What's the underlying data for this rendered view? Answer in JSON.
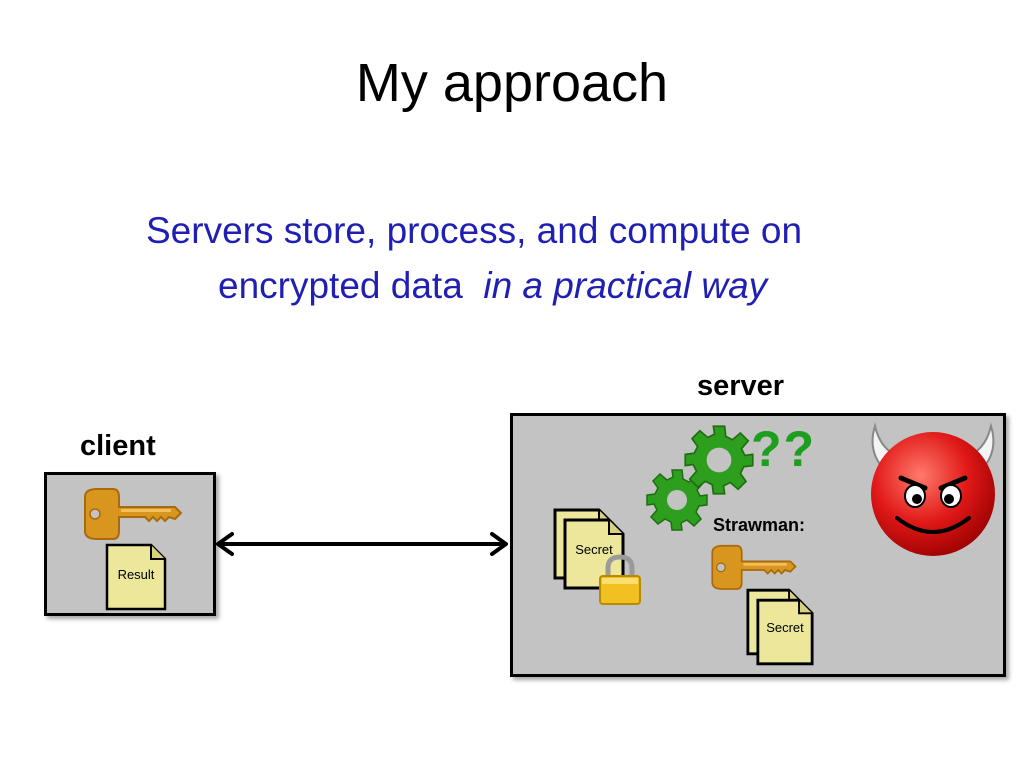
{
  "slide": {
    "title": "My approach",
    "bullet_line1": "Servers store, process, and compute on",
    "bullet_line2_plain": "encrypted data",
    "bullet_line2_italic": "in a practical way"
  },
  "diagram": {
    "client_label": "client",
    "server_label": "server",
    "client_doc_label": "Result",
    "server_doc_label": "Secret",
    "strawman_label": "Strawman:",
    "strawman_doc_label": "Secret",
    "question_marks": "??"
  },
  "colors": {
    "bullet_text": "#1f1fb4",
    "box_fill": "#c3c3c3",
    "key_gold": "#d9961e",
    "gear_green": "#2e9e1e",
    "devil_red": "#e01818",
    "doc_yellow": "#ece79a"
  },
  "icons": [
    "key-icon",
    "document-icon",
    "lock-icon",
    "gear-icon",
    "devil-icon",
    "double-arrow"
  ]
}
